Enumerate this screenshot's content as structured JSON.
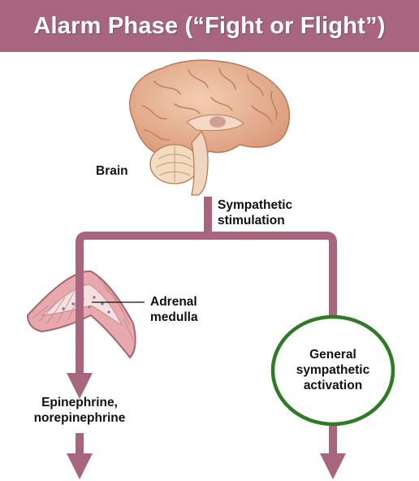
{
  "title": "Alarm Phase (“Fight or Flight”)",
  "labels": {
    "brain": "Brain",
    "sympathetic_line1": "Sympathetic",
    "sympathetic_line2": "stimulation",
    "adrenal_line1": "Adrenal",
    "adrenal_line2": "medulla",
    "hormones_line1": "Epinephrine,",
    "hormones_line2": "norepinephrine",
    "general_line1": "General",
    "general_line2": "sympathetic",
    "general_line3": "activation"
  },
  "colors": {
    "banner": "#a7657e",
    "arrow": "#a7657e",
    "circle": "#2f7a24",
    "brain": "#e9b99a",
    "adrenal": "#e7a9ad"
  },
  "icons": {
    "brain": "brain-sagittal-illustration",
    "adrenal": "adrenal-gland-cross-section"
  }
}
